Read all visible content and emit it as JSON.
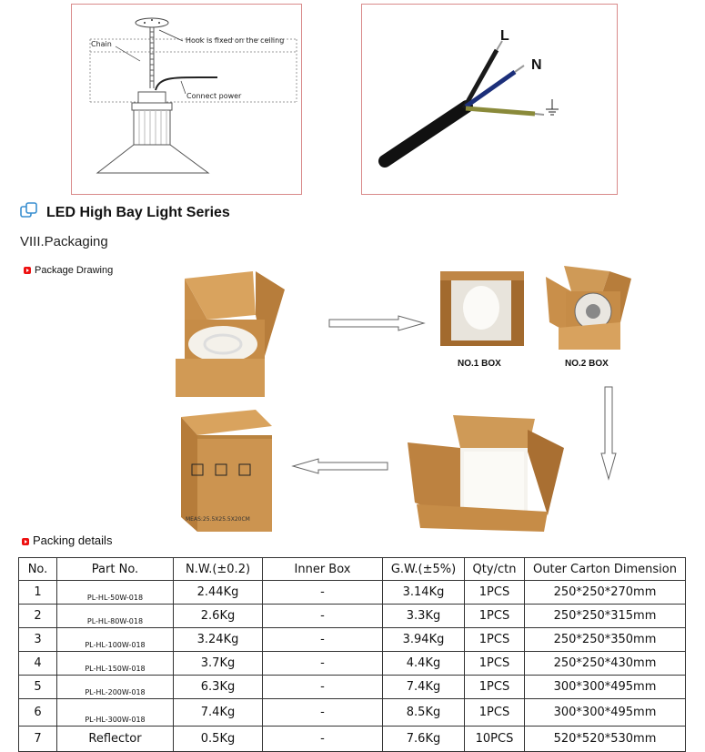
{
  "fixture_diagram": {
    "chain_label": "Chain",
    "hook_label": "Hook is fixed on the ceiling",
    "power_label": "Connect power"
  },
  "wire_diagram": {
    "live": "L",
    "neutral": "N",
    "earth_icon": "earth-ground-icon"
  },
  "header": {
    "title": "LED High Bay Light Series",
    "section": "VIII.Packaging",
    "package_drawing": "Package Drawing",
    "packing_details": "Packing details"
  },
  "drawing": {
    "box1": "NO.1 BOX",
    "box2": "NO.2 BOX",
    "carton_meas": "MEAS:25.5X25.5X20CM"
  },
  "table": {
    "headers": [
      "No.",
      "Part No.",
      "N.W.(±0.2)",
      "Inner Box",
      "G.W.(±5%)",
      "Qty/ctn",
      "Outer Carton Dimension"
    ],
    "rows": [
      [
        "1",
        "PL-HL-50W-018",
        "2.44Kg",
        "-",
        "3.14Kg",
        "1PCS",
        "250*250*270mm"
      ],
      [
        "2",
        "PL-HL-80W-018",
        "2.6Kg",
        "-",
        "3.3Kg",
        "1PCS",
        "250*250*315mm"
      ],
      [
        "3",
        "PL-HL-100W-018",
        "3.24Kg",
        "-",
        "3.94Kg",
        "1PCS",
        "250*250*350mm"
      ],
      [
        "4",
        "PL-HL-150W-018",
        "3.7Kg",
        "-",
        "4.4Kg",
        "1PCS",
        "250*250*430mm"
      ],
      [
        "5",
        "PL-HL-200W-018",
        "6.3Kg",
        "-",
        "7.4Kg",
        "1PCS",
        "300*300*495mm"
      ],
      [
        "6",
        "PL-HL-300W-018",
        "7.4Kg",
        "-",
        "8.5Kg",
        "1PCS",
        "300*300*495mm"
      ],
      [
        "7",
        "Reflector",
        "0.5Kg",
        "-",
        "7.6Kg",
        "10PCS",
        "520*520*530mm"
      ]
    ]
  }
}
